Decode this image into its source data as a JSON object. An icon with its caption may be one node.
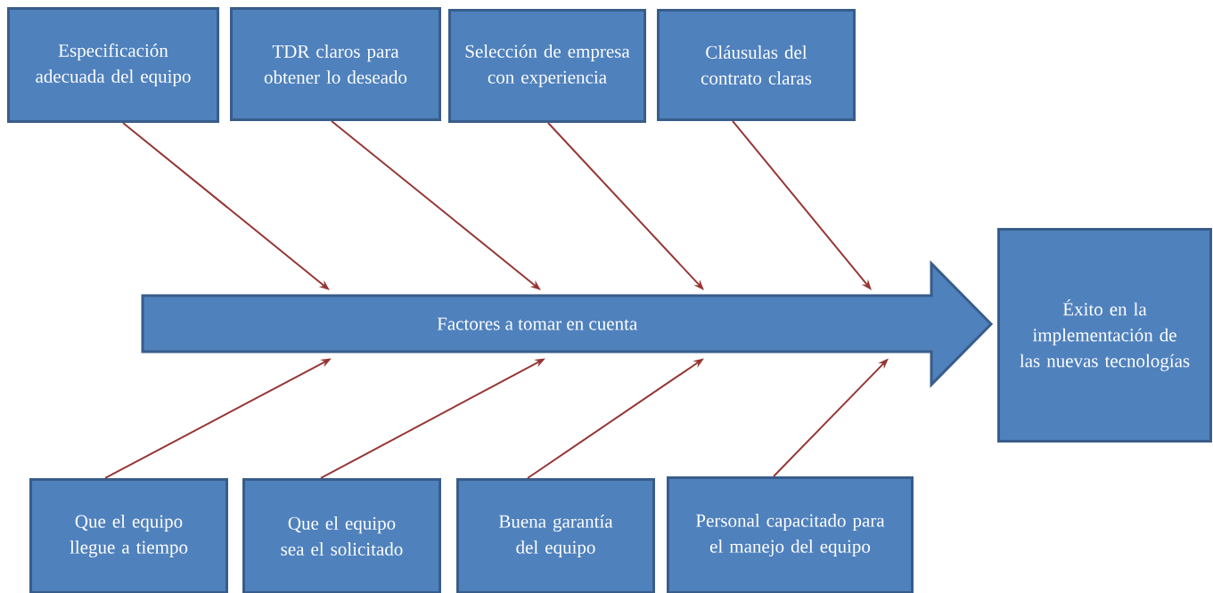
{
  "diagram": {
    "nodes": [
      {
        "text": [
          "Especificación adecuada del equipo"
        ]
      },
      {
        "text": [
          "TDR claros para obtener lo deseado"
        ]
      },
      {
        "text": [
          "Selección de empresa con experiencia"
        ]
      },
      {
        "text": [
          "Cláusulas del contrato claras"
        ]
      },
      {
        "text": [
          "Factores a tomar en cuenta"
        ]
      },
      {
        "text": [
          "Éxito en la implementación de las nuevas tecnologías"
        ]
      },
      {
        "text": [
          "Que el equipo llegue a tiempo"
        ]
      },
      {
        "text": [
          "Que el equipo sea el solicitado"
        ]
      },
      {
        "text": [
          "Buena garantía del equipo"
        ]
      },
      {
        "text": [
          "Personal capacitado para el manejo del equipo"
        ]
      }
    ],
    "edges": [
      {
        "from": 0,
        "to": 4,
        "arrow": "to"
      },
      {
        "from": 1,
        "to": 4,
        "arrow": "to"
      },
      {
        "from": 2,
        "to": 4,
        "arrow": "to"
      },
      {
        "from": 3,
        "to": 4,
        "arrow": "to"
      },
      {
        "from": 6,
        "to": 4,
        "arrow": "to"
      },
      {
        "from": 7,
        "to": 4,
        "arrow": "to"
      },
      {
        "from": 8,
        "to": 4,
        "arrow": "to"
      },
      {
        "from": 9,
        "to": 4,
        "arrow": "to"
      }
    ]
  }
}
